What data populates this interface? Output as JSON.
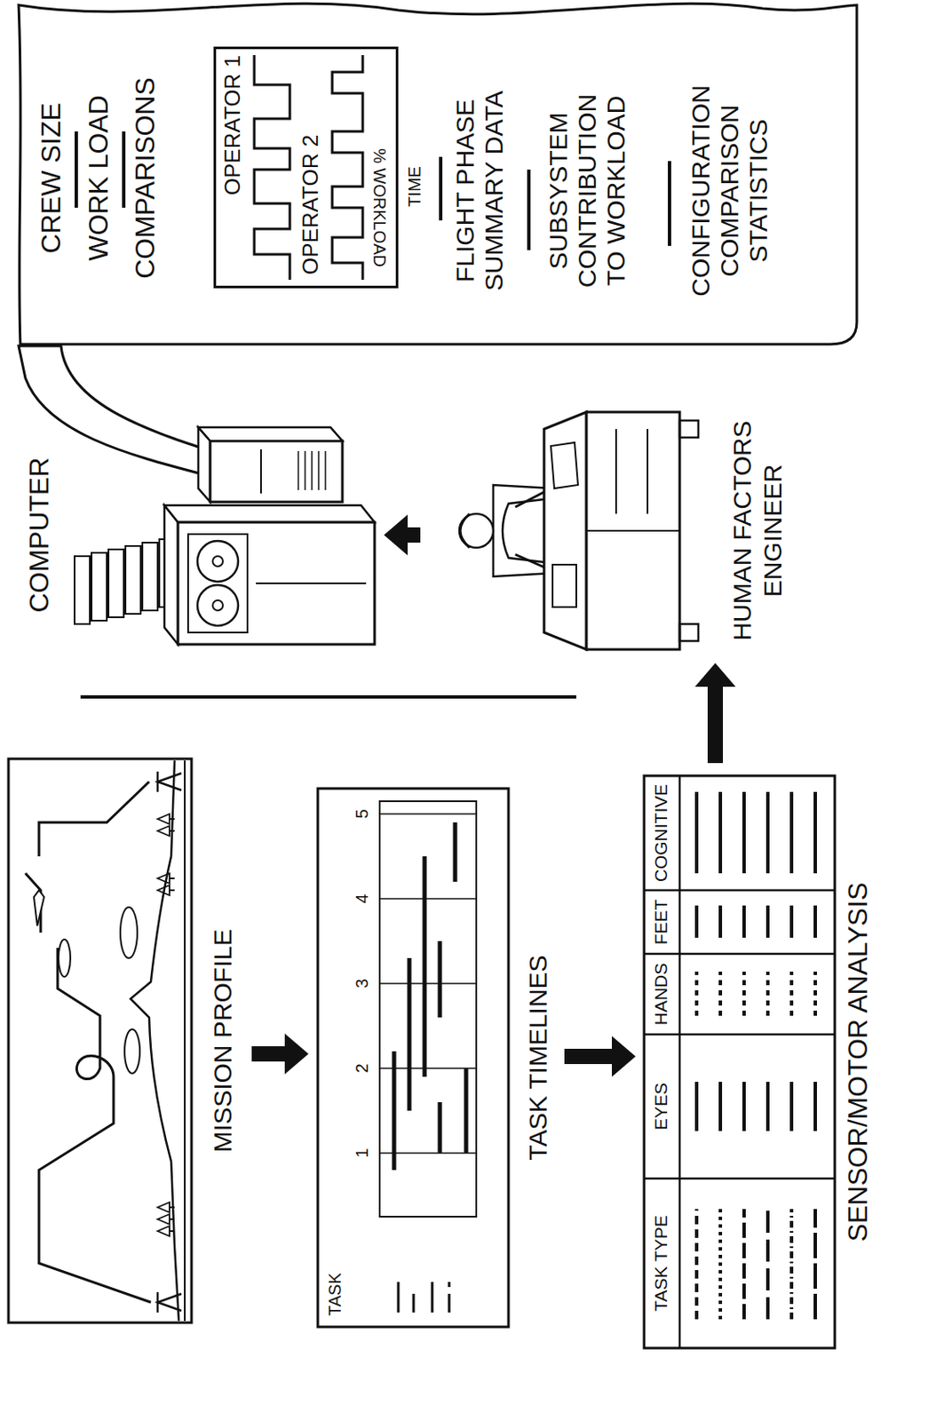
{
  "diagram": {
    "nodes": [
      {
        "text": [
          "MISSION PROFILE"
        ]
      },
      {
        "text": [
          "TASK",
          "1",
          "2",
          "3",
          "4",
          "5",
          "TASK TIMELINES"
        ]
      },
      {
        "text": [
          "TASK TYPE",
          "EYES",
          "HANDS",
          "FEET",
          "COGNITIVE",
          "SENSOR/MOTOR ANALYSIS"
        ]
      },
      {
        "text": [
          "HUMAN FACTORS ENGINEER"
        ]
      },
      {
        "text": [
          "COMPUTER"
        ]
      },
      {
        "text": [
          "CREW SIZE",
          "WORK LOAD",
          "COMPARISONS",
          "TIME",
          "FLIGHT PHASE SUMMARY DATA",
          "SUBSYSTEM CONTRIBUTION TO WORKLOAD",
          "CONFIGURATION COMPARISON STATISTICS"
        ]
      },
      {
        "text": [
          "OPERATOR 1",
          "OPERATOR 2",
          "% WORKLOAD"
        ],
        "in": 5
      }
    ],
    "edges": [
      {
        "from": 0,
        "to": 1,
        "arrow": "to"
      },
      {
        "from": 1,
        "to": 2,
        "arrow": "to"
      },
      {
        "from": 2,
        "to": 3,
        "arrow": "to"
      },
      {
        "from": 3,
        "to": 4,
        "arrow": "to"
      }
    ]
  }
}
